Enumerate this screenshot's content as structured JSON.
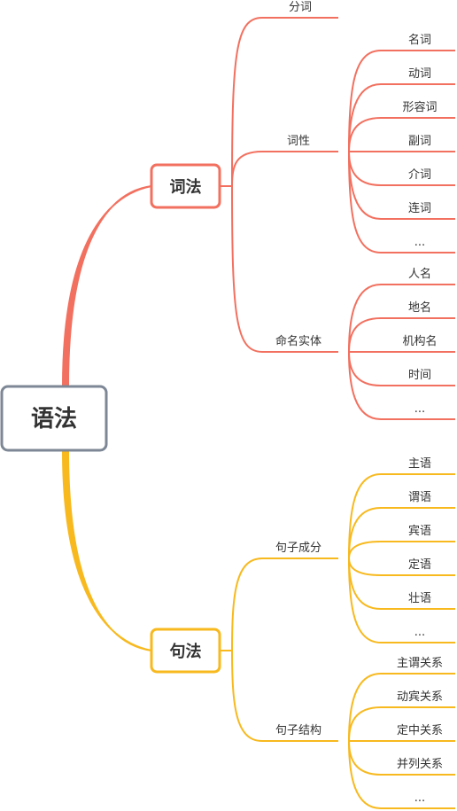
{
  "root": {
    "label": "语法"
  },
  "colors": {
    "root_border": "#7d8795",
    "red": "#f2705f",
    "yellow": "#f7b91e",
    "text": "#333333"
  },
  "branches": [
    {
      "id": "cifa",
      "label": "词法",
      "color": "red",
      "children": [
        {
          "label": "分词",
          "children": []
        },
        {
          "label": "词性",
          "children": [
            "名词",
            "动词",
            "形容词",
            "副词",
            "介词",
            "连词",
            "..."
          ]
        },
        {
          "label": "命名实体",
          "children": [
            "人名",
            "地名",
            "机构名",
            "时间",
            "..."
          ]
        }
      ]
    },
    {
      "id": "jufa",
      "label": "句法",
      "color": "yellow",
      "children": [
        {
          "label": "句子成分",
          "children": [
            "主语",
            "谓语",
            "宾语",
            "定语",
            "壮语",
            "..."
          ]
        },
        {
          "label": "句子结构",
          "children": [
            "主谓关系",
            "动宾关系",
            "定中关系",
            "并列关系",
            "..."
          ]
        }
      ]
    }
  ]
}
